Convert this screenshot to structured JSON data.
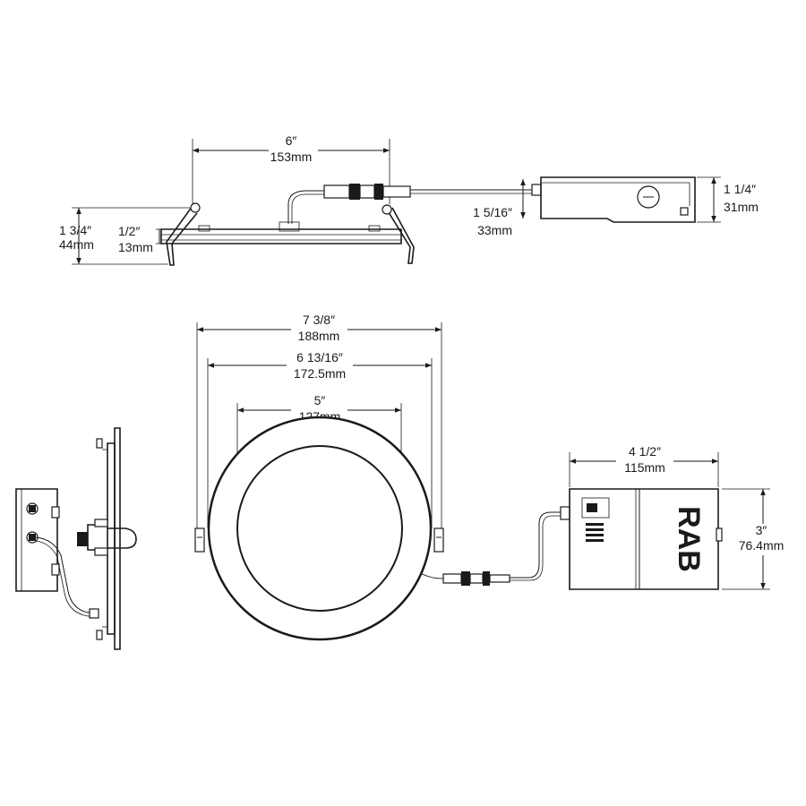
{
  "top_view": {
    "width": {
      "imperial": "6″",
      "metric": "153mm"
    },
    "height_total": {
      "imperial": "1 3/4″",
      "metric": "44mm"
    },
    "height_trim": {
      "imperial": "1/2″",
      "metric": "13mm"
    },
    "driver_height": {
      "imperial": "1 1/4″",
      "metric": "31mm"
    },
    "driver_offset": {
      "imperial": "1 5/16″",
      "metric": "33mm"
    }
  },
  "front_view": {
    "outer_diameter": {
      "imperial": "7 3/8″",
      "metric": "188mm"
    },
    "clip_span": {
      "imperial": "6 13/16″",
      "metric": "172.5mm"
    },
    "inner_diameter": {
      "imperial": "5″",
      "metric": "127mm"
    }
  },
  "driver_box": {
    "width": {
      "imperial": "4 1/2″",
      "metric": "115mm"
    },
    "height": {
      "imperial": "3″",
      "metric": "76.4mm"
    },
    "logo": "RAB"
  }
}
